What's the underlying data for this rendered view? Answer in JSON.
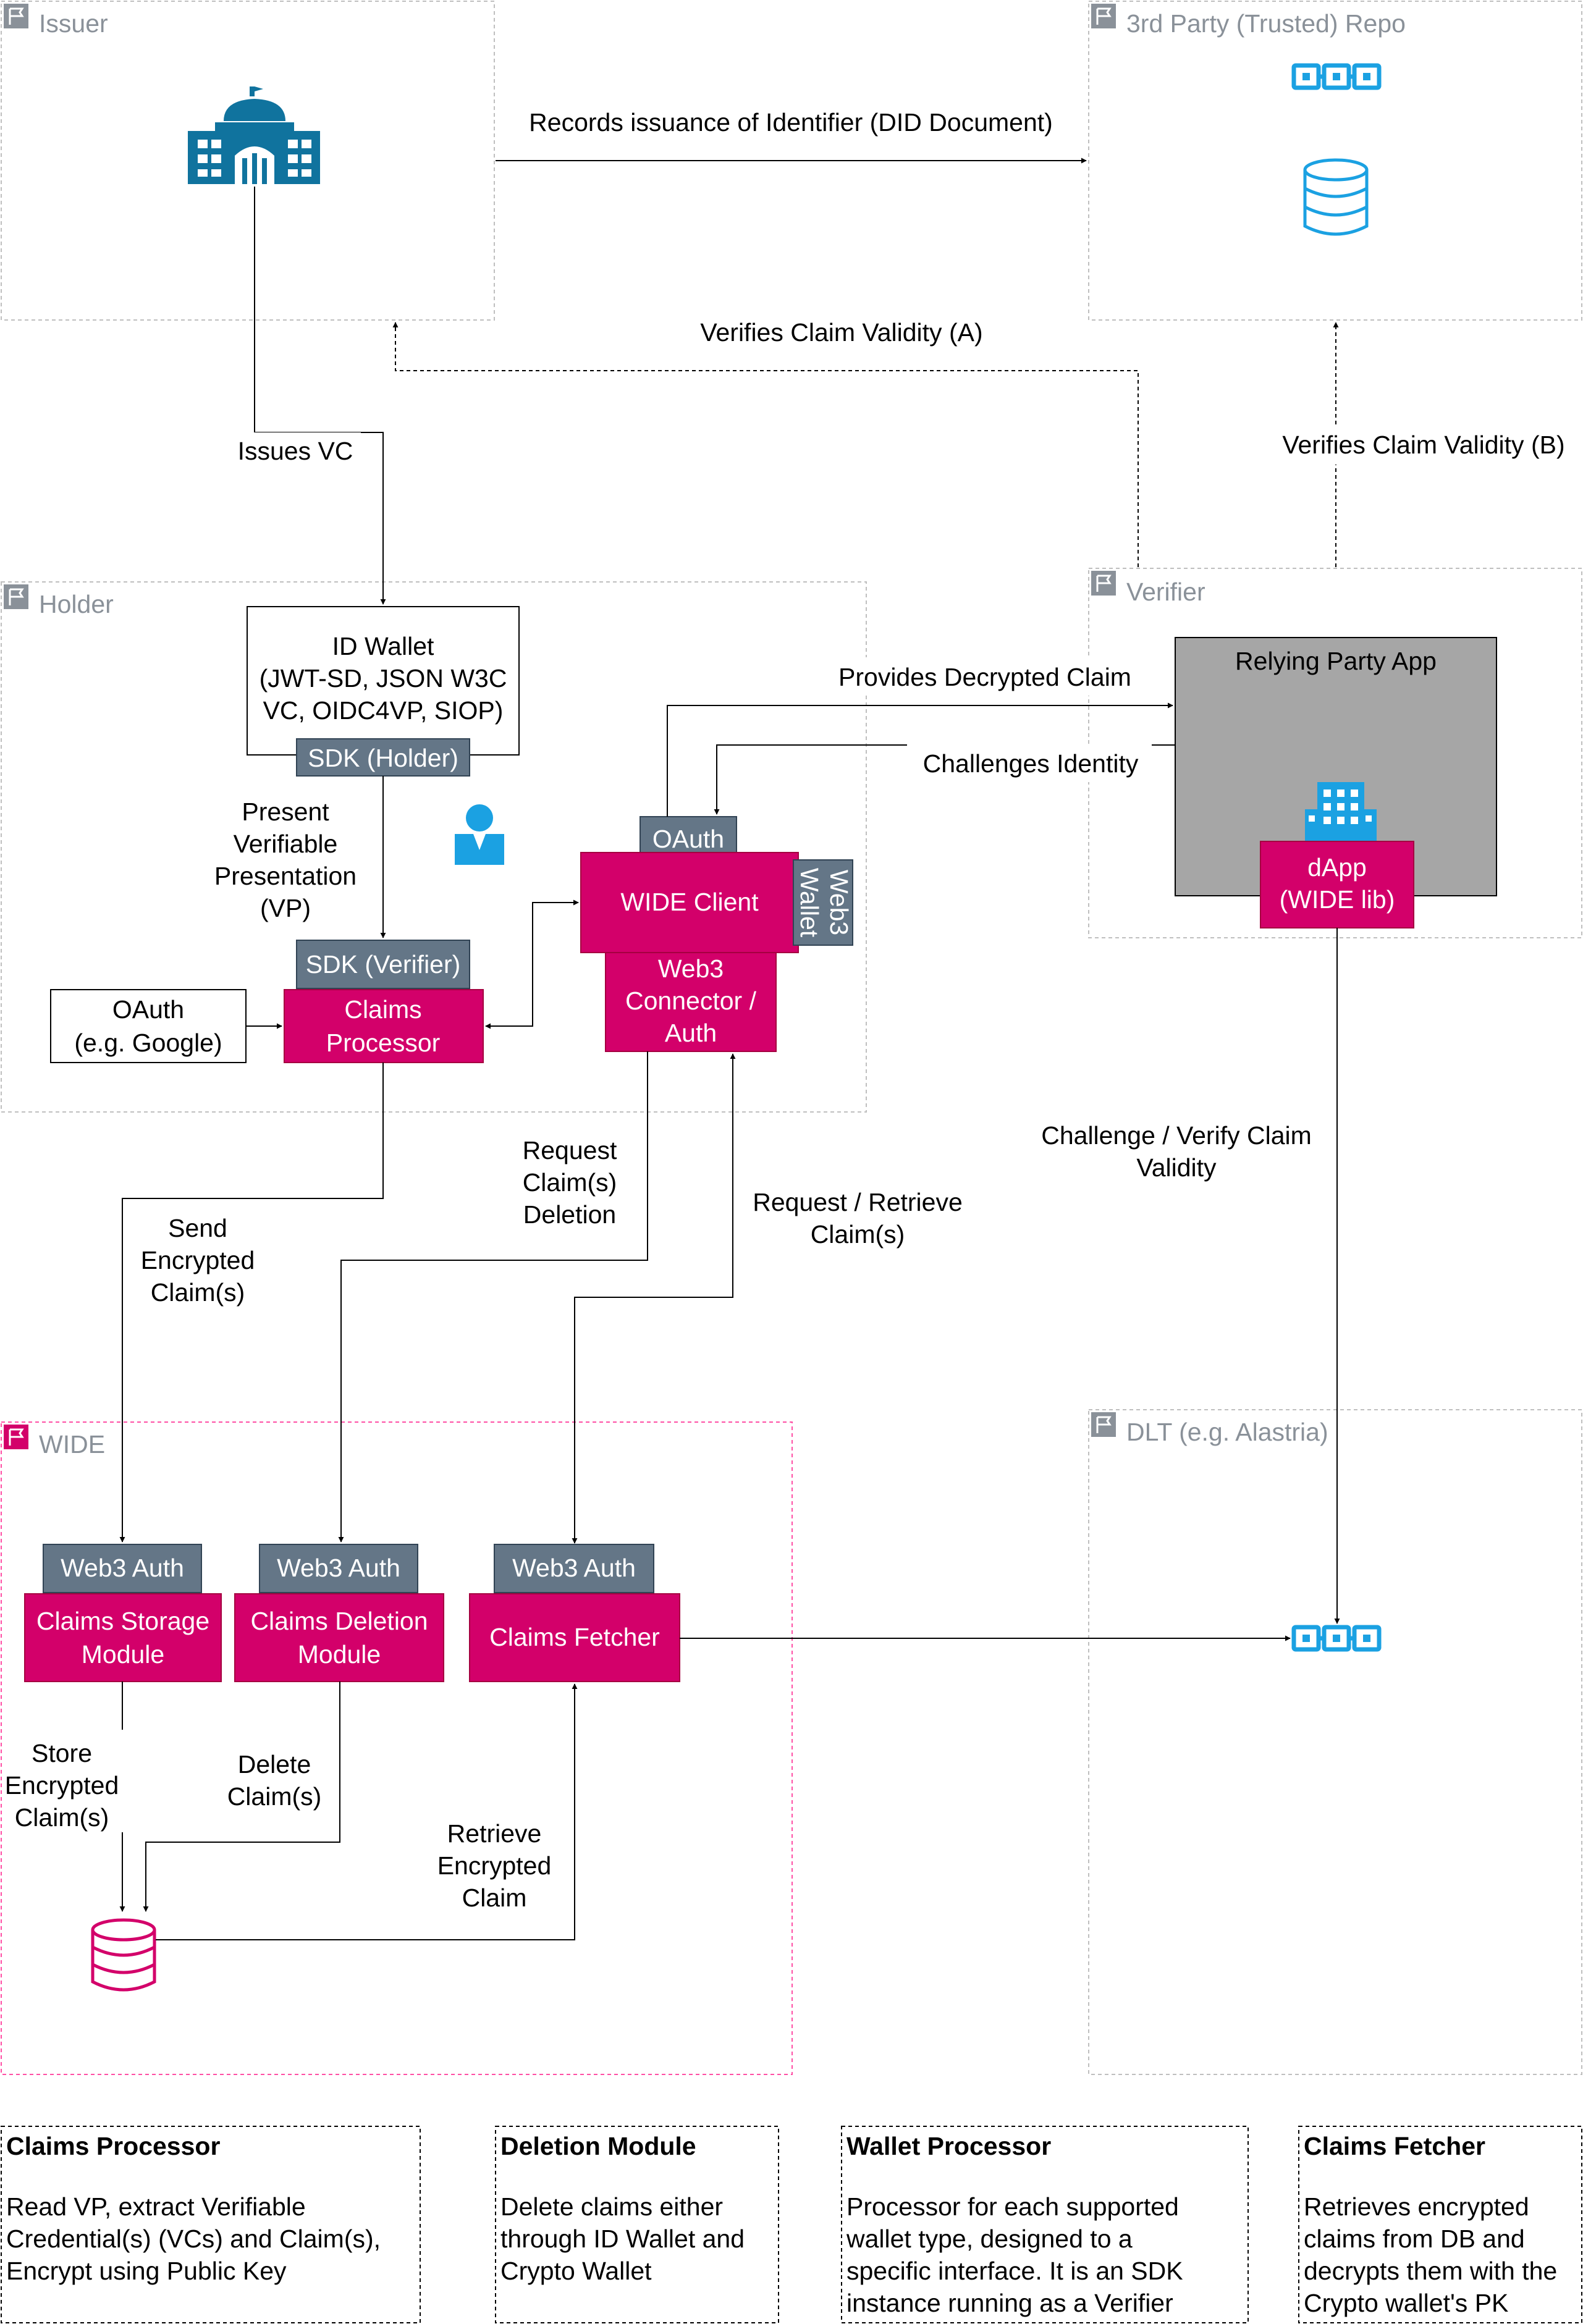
{
  "colors": {
    "magenta": "#d3006a",
    "slate": "#647687",
    "relying_party_bg": "#a6a6a6",
    "icon_blue": "#1ba1e2",
    "dark_blue": "#10739e",
    "group_border_grey": "#bfbfbf",
    "group_border_pink": "#ff4fa5"
  },
  "groups": {
    "issuer": "Issuer",
    "repo": "3rd Party (Trusted) Repo",
    "holder": "Holder",
    "verifier": "Verifier",
    "wide": "WIDE",
    "dlt": "DLT  (e.g. Alastria)"
  },
  "boxes": {
    "id_wallet": [
      "ID Wallet",
      "(JWT-SD, JSON W3C",
      "VC, OIDC4VP, SIOP)"
    ],
    "sdk_holder": "SDK (Holder)",
    "sdk_verifier": "SDK (Verifier)",
    "claims_processor": [
      "Claims",
      "Processor"
    ],
    "oauth_google": [
      "OAuth",
      "(e.g. Google)"
    ],
    "oauth_tag": "OAuth",
    "wide_client": "WIDE Client",
    "web3_wallet": [
      "Web3",
      "Wallet"
    ],
    "web3_connector": [
      "Web3",
      "Connector /",
      "Auth"
    ],
    "relying_party": "Relying Party App",
    "dapp": [
      "dApp",
      "(WIDE lib)"
    ],
    "web3_auth_1": "Web3 Auth",
    "web3_auth_2": "Web3 Auth",
    "web3_auth_3": "Web3 Auth",
    "claims_storage": [
      "Claims Storage",
      "Module"
    ],
    "claims_deletion": [
      "Claims Deletion",
      "Module"
    ],
    "claims_fetcher": "Claims Fetcher"
  },
  "edges": {
    "records_issuance": "Records issuance of Identifier (DID Document)",
    "verifies_a": "Verifies Claim Validity (A)",
    "verifies_b": "Verifies Claim Validity (B)",
    "issues_vc": "Issues VC",
    "present_vp": [
      "Present",
      "Verifiable",
      "Presentation",
      "(VP)"
    ],
    "provides_decrypted": "Provides Decrypted Claim",
    "challenges_identity": "Challenges Identity",
    "request_deletion": [
      "Request",
      "Claim(s)",
      "Deletion"
    ],
    "request_retrieve": [
      "Request / Retrieve",
      "Claim(s)"
    ],
    "send_encrypted": [
      "Send",
      "Encrypted",
      "Claim(s)"
    ],
    "challenge_verify": [
      "Challenge / Verify Claim",
      "Validity"
    ],
    "store_encrypted": [
      "Store",
      "Encrypted",
      "Claim(s)"
    ],
    "delete_claims": [
      "Delete",
      "Claim(s)"
    ],
    "retrieve_encrypted": [
      "Retrieve",
      "Encrypted",
      "Claim"
    ]
  },
  "notes": [
    {
      "title": "Claims Processor",
      "lines": [
        "Read VP, extract Verifiable",
        "Credential(s) (VCs) and Claim(s),",
        "Encrypt using Public Key"
      ]
    },
    {
      "title": "Deletion Module",
      "lines": [
        "Delete claims either",
        "through ID Wallet and",
        "Crypto Wallet"
      ]
    },
    {
      "title": "Wallet Processor",
      "lines": [
        "Processor for each supported",
        "wallet type, designed to a",
        "specific interface. It is an SDK",
        "instance running as a Verifier"
      ]
    },
    {
      "title": "Claims Fetcher",
      "lines": [
        "Retrieves encrypted",
        "claims from DB and",
        "decrypts them with the",
        "Crypto wallet's PK"
      ]
    }
  ]
}
